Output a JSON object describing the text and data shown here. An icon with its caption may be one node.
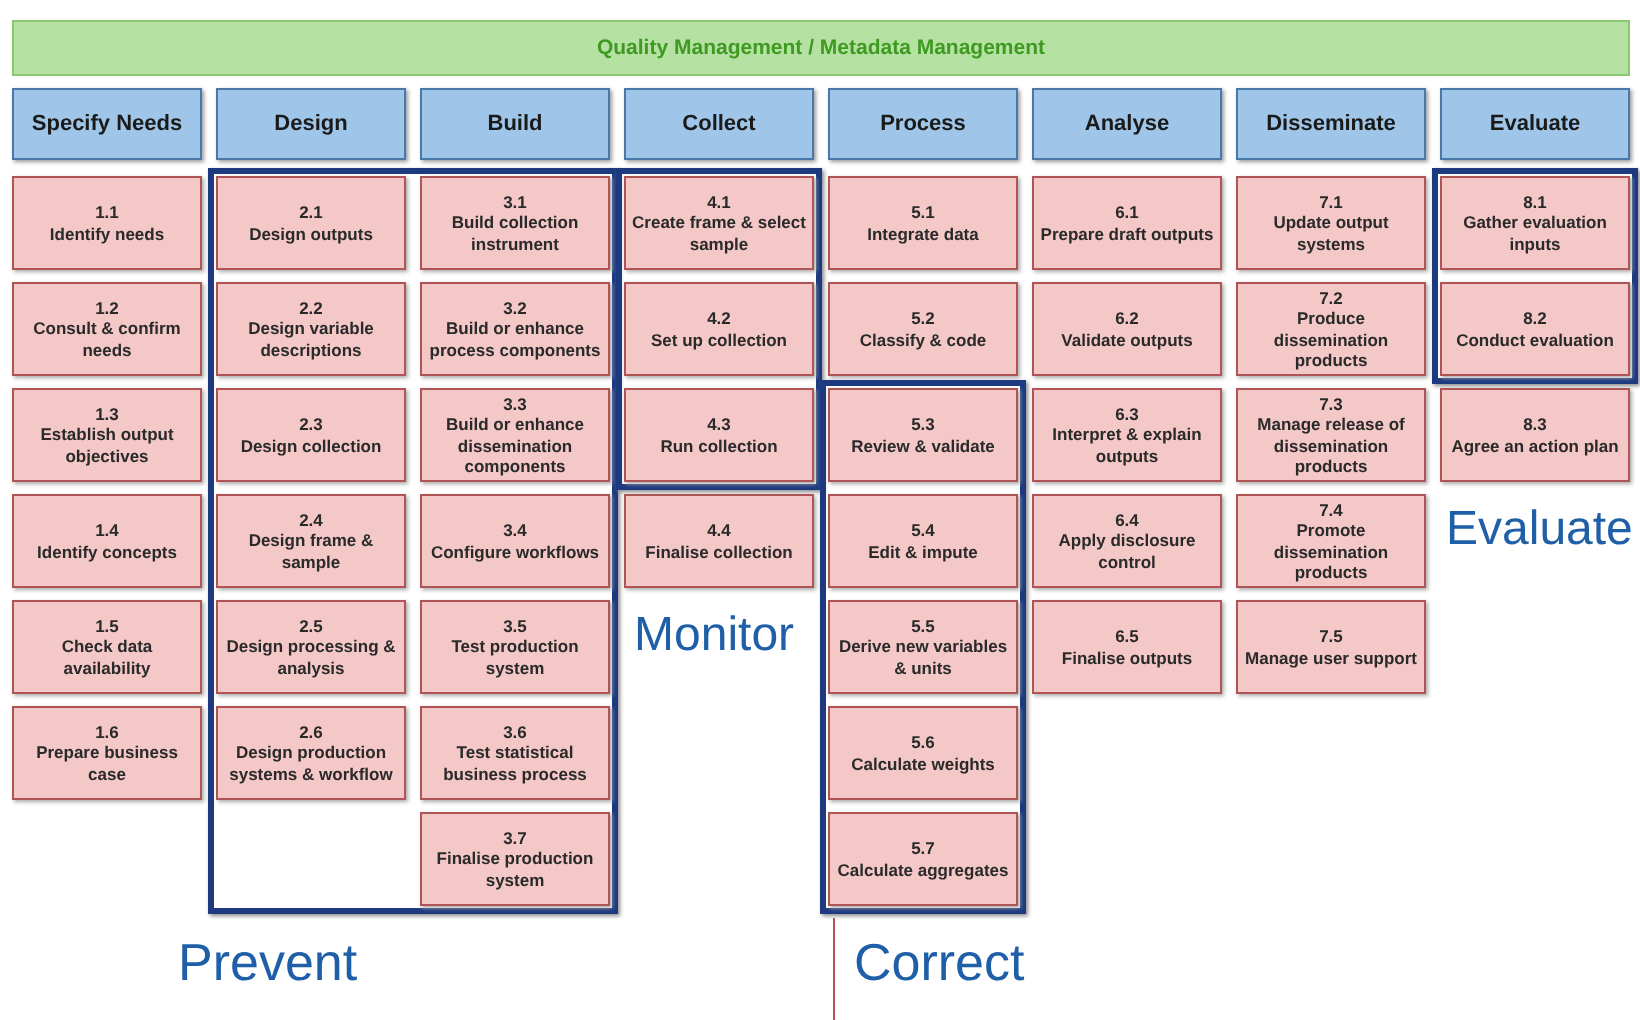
{
  "diagram": {
    "nodes": [
      {
        "text": [
          "Quality Management / Metadata Management"
        ]
      },
      {
        "text": [
          "Specify Needs"
        ]
      },
      {
        "text": [
          "Design"
        ]
      },
      {
        "text": [
          "Build"
        ]
      },
      {
        "text": [
          "Collect"
        ]
      },
      {
        "text": [
          "Process"
        ]
      },
      {
        "text": [
          "Analyse"
        ]
      },
      {
        "text": [
          "Disseminate"
        ]
      },
      {
        "text": [
          "Evaluate"
        ]
      },
      {
        "text": [
          "1.1",
          "Identify needs"
        ]
      },
      {
        "text": [
          "1.2",
          "Consult & confirm needs"
        ]
      },
      {
        "text": [
          "1.3",
          "Establish output objectives"
        ]
      },
      {
        "text": [
          "1.4",
          "Identify concepts"
        ]
      },
      {
        "text": [
          "1.5",
          "Check data availability"
        ]
      },
      {
        "text": [
          "1.6",
          "Prepare business case"
        ]
      },
      {
        "text": [
          "Prevent"
        ]
      },
      {
        "text": [
          "2.1",
          "Design outputs"
        ],
        "in": 15
      },
      {
        "text": [
          "2.2",
          "Design variable descriptions"
        ],
        "in": 15
      },
      {
        "text": [
          "2.3",
          "Design collection"
        ],
        "in": 15
      },
      {
        "text": [
          "2.4",
          "Design frame & sample"
        ],
        "in": 15
      },
      {
        "text": [
          "2.5",
          "Design processing & analysis"
        ],
        "in": 15
      },
      {
        "text": [
          "2.6",
          "Design production systems & workflow"
        ],
        "in": 15
      },
      {
        "text": [
          "3.1",
          "Build collection instrument"
        ],
        "in": 15
      },
      {
        "text": [
          "3.2",
          "Build or enhance process components"
        ],
        "in": 15
      },
      {
        "text": [
          "3.3",
          "Build or enhance dissemination components"
        ],
        "in": 15
      },
      {
        "text": [
          "3.4",
          "Configure workflows"
        ],
        "in": 15
      },
      {
        "text": [
          "3.5",
          "Test production system"
        ],
        "in": 15
      },
      {
        "text": [
          "3.6",
          "Test statistical business process"
        ],
        "in": 15
      },
      {
        "text": [
          "3.7",
          "Finalise production system"
        ],
        "in": 15
      },
      {
        "text": [
          "Monitor"
        ]
      },
      {
        "text": [
          "4.1",
          "Create frame & select sample"
        ],
        "in": 29
      },
      {
        "text": [
          "4.2",
          "Set up collection"
        ],
        "in": 29
      },
      {
        "text": [
          "4.3",
          "Run collection"
        ],
        "in": 29
      },
      {
        "text": [
          "4.4",
          "Finalise collection"
        ]
      },
      {
        "text": [
          "5.1",
          "Integrate data"
        ]
      },
      {
        "text": [
          "5.2",
          "Classify & code"
        ]
      },
      {
        "text": [
          "Correct"
        ]
      },
      {
        "text": [
          "5.3",
          "Review & validate"
        ],
        "in": 36
      },
      {
        "text": [
          "5.4",
          "Edit & impute"
        ],
        "in": 36
      },
      {
        "text": [
          "5.5",
          "Derive new variables & units"
        ],
        "in": 36
      },
      {
        "text": [
          "5.6",
          "Calculate weights"
        ],
        "in": 36
      },
      {
        "text": [
          "5.7",
          "Calculate aggregates"
        ],
        "in": 36
      },
      {
        "text": [
          "6.1",
          "Prepare draft outputs"
        ]
      },
      {
        "text": [
          "6.2",
          "Validate outputs"
        ]
      },
      {
        "text": [
          "6.3",
          "Interpret & explain outputs"
        ]
      },
      {
        "text": [
          "6.4",
          "Apply disclosure control"
        ]
      },
      {
        "text": [
          "6.5",
          "Finalise outputs"
        ]
      },
      {
        "text": [
          "7.1",
          "Update output systems"
        ]
      },
      {
        "text": [
          "7.2",
          "Produce dissemination products"
        ]
      },
      {
        "text": [
          "7.3",
          "Manage release of dissemination products"
        ]
      },
      {
        "text": [
          "7.4",
          "Promote dissemination products"
        ]
      },
      {
        "text": [
          "7.5",
          "Manage user support"
        ]
      },
      {
        "text": [
          "Evaluate"
        ]
      },
      {
        "text": [
          "8.1",
          "Gather evaluation inputs"
        ],
        "in": 52
      },
      {
        "text": [
          "8.2",
          "Conduct evaluation"
        ],
        "in": 52
      },
      {
        "text": [
          "8.3",
          "Agree an action plan"
        ]
      }
    ]
  }
}
